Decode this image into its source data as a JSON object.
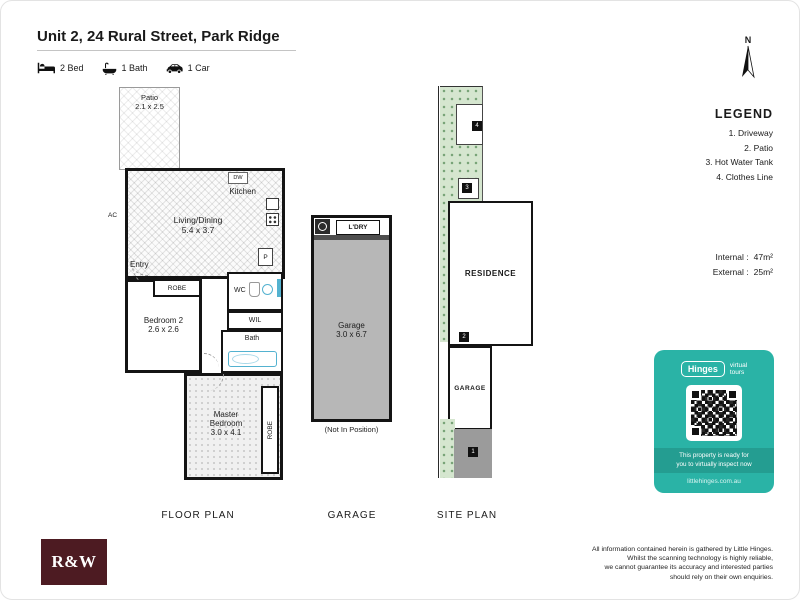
{
  "header": {
    "title": "Unit 2, 24 Rural Street, Park Ridge",
    "features": [
      {
        "icon": "bed-icon",
        "label": "2 Bed"
      },
      {
        "icon": "bath-icon",
        "label": "1 Bath"
      },
      {
        "icon": "car-icon",
        "label": "1 Car"
      }
    ]
  },
  "floor_plan": {
    "section_label": "FLOOR PLAN",
    "patio": "Patio\n2.1 x 2.5",
    "kitchen": "Kitchen",
    "dw": "DW",
    "p": "P",
    "ac": "AC",
    "living": "Living/Dining\n5.4 x 3.7",
    "entry": "Entry",
    "robe": "ROBE",
    "bedroom2": "Bedroom 2\n2.6 x 2.6",
    "wc": "WC",
    "wil": "WIL",
    "bath": "Bath",
    "master": "Master\nBedroom\n3.0 x 4.1",
    "robe2": "ROBE"
  },
  "garage_plan": {
    "section_label": "GARAGE",
    "ldry": "L'DRY",
    "garage": "Garage\n3.0 x 6.7",
    "note": "(Not In Position)"
  },
  "site_plan": {
    "section_label": "SITE PLAN",
    "residence": "RESIDENCE",
    "garage": "GARAGE",
    "markers": [
      "1",
      "2",
      "3",
      "4"
    ]
  },
  "compass": {
    "north": "N"
  },
  "legend": {
    "title": "LEGEND",
    "items": [
      "1. Driveway",
      "2. Patio",
      "3. Hot Water Tank",
      "4. Clothes Line"
    ]
  },
  "areas": {
    "internal": {
      "label": "Internal :",
      "value": "47m²"
    },
    "external": {
      "label": "External :",
      "value": "25m²"
    }
  },
  "virtual_tour": {
    "accent": "#2ab3a6",
    "brand": "Hinges",
    "brand_suffix": "virtual\ntours",
    "message": "This property is ready for\nyou to virtually inspect now",
    "url": "littlehinges.com.au"
  },
  "footer": {
    "logo": "R&W",
    "disclaimer": "All information contained herein is gathered by Little Hinges.\nWhilst the scanning technology is highly reliable,\nwe cannot guarantee its accuracy and interested parties\nshould rely on their own enquiries."
  }
}
